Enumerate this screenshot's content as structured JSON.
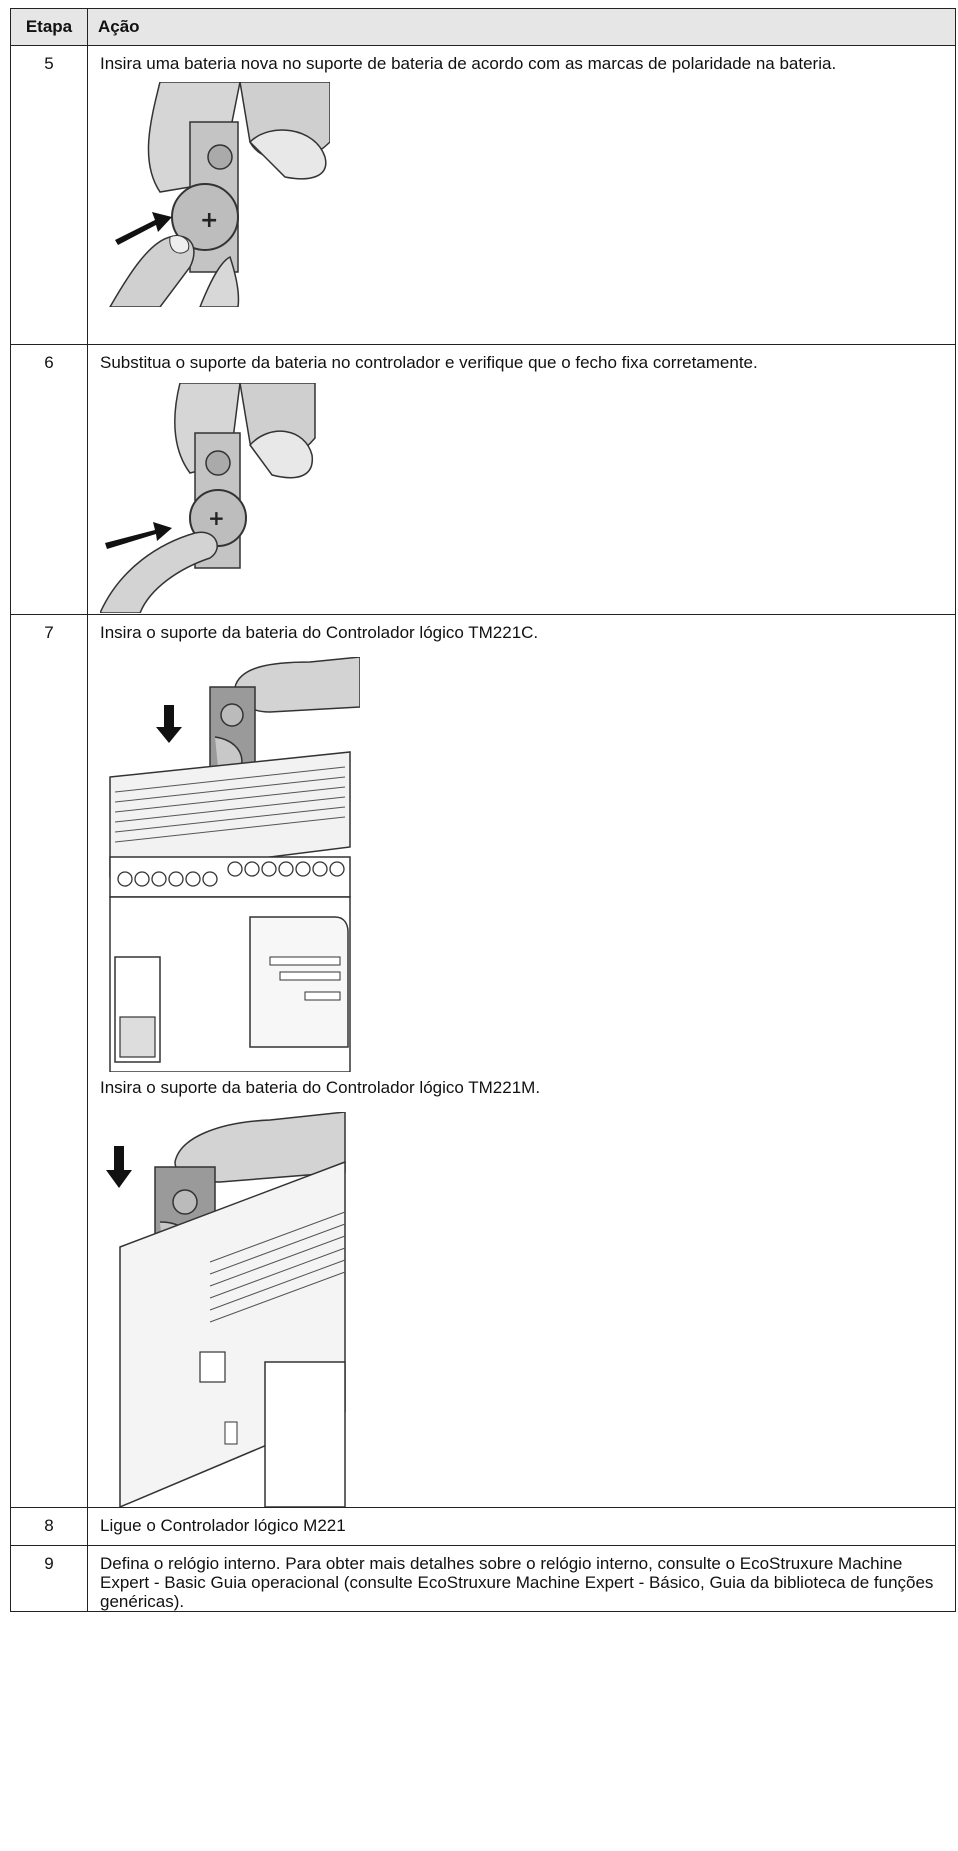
{
  "table": {
    "headers": {
      "step": "Etapa",
      "action": "Ação"
    },
    "rows": [
      {
        "step": "5",
        "text": "Insira uma bateria nova no suporte de bateria de acordo com as marcas de polaridade na bateria."
      },
      {
        "step": "6",
        "text": "Substitua o suporte da bateria no controlador e verifique que o fecho fixa corretamente."
      },
      {
        "step": "7",
        "text": "Insira o suporte da bateria do Controlador lógico TM221C.",
        "text2": "Insira o suporte da bateria do Controlador lógico TM221M."
      },
      {
        "step": "8",
        "text": "Ligue o Controlador lógico M221"
      },
      {
        "step": "9",
        "text": "Defina o relógio interno. Para obter mais detalhes sobre o relógio interno, consulte o EcoStruxure Machine Expert - Basic Guia operacional (consulte EcoStruxure Machine Expert - Básico, Guia da biblioteca de funções genéricas)."
      }
    ]
  }
}
